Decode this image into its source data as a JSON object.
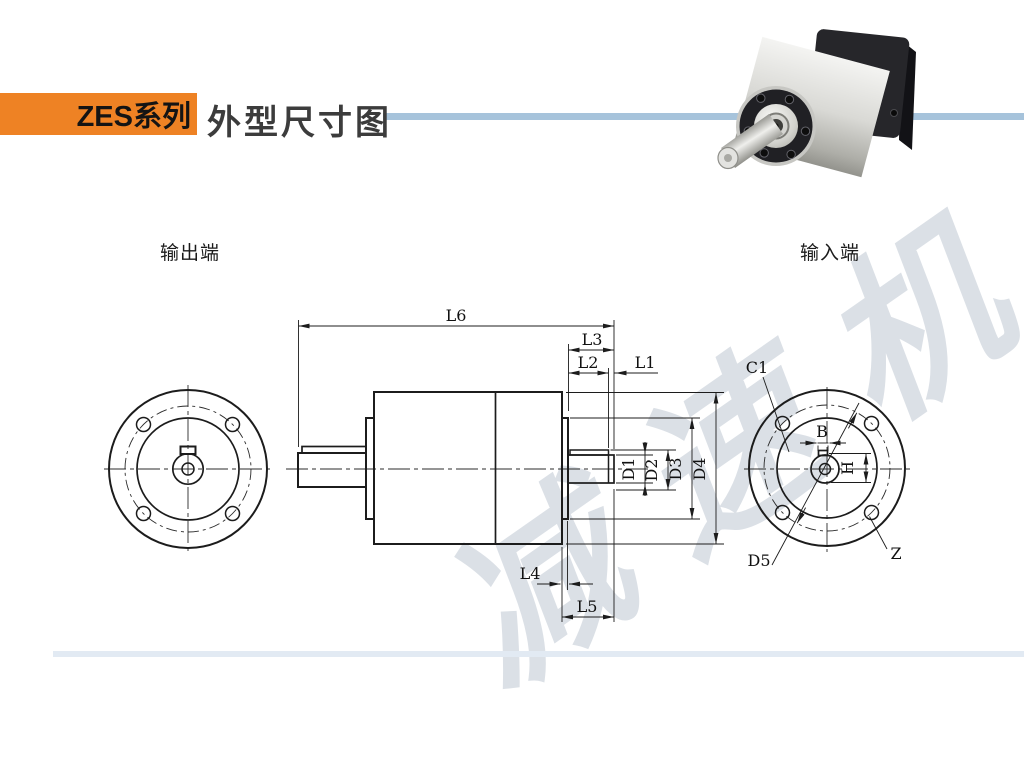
{
  "header": {
    "series": "ZES系列",
    "title": "外型尺寸图"
  },
  "view_labels": {
    "output": "输出端",
    "input": "输入端"
  },
  "watermark": {
    "text": "减速机"
  },
  "dim_labels": {
    "l6": "L6",
    "l3": "L3",
    "l2": "L2",
    "l1": "L1",
    "l4": "L4",
    "l5": "L5",
    "d1": "D1",
    "d2": "D2",
    "d3": "D3",
    "d4": "D4",
    "c1": "C1",
    "b": "B",
    "h": "H",
    "d5": "D5",
    "z": "Z"
  },
  "colors": {
    "accent_orange": "#EE8224",
    "divider_blue": "#A6C3DB",
    "table_strip_blue": "#E2EAF3",
    "drawing_line": "#1C1C1C",
    "watermark_gray": "#B7C2CD"
  }
}
